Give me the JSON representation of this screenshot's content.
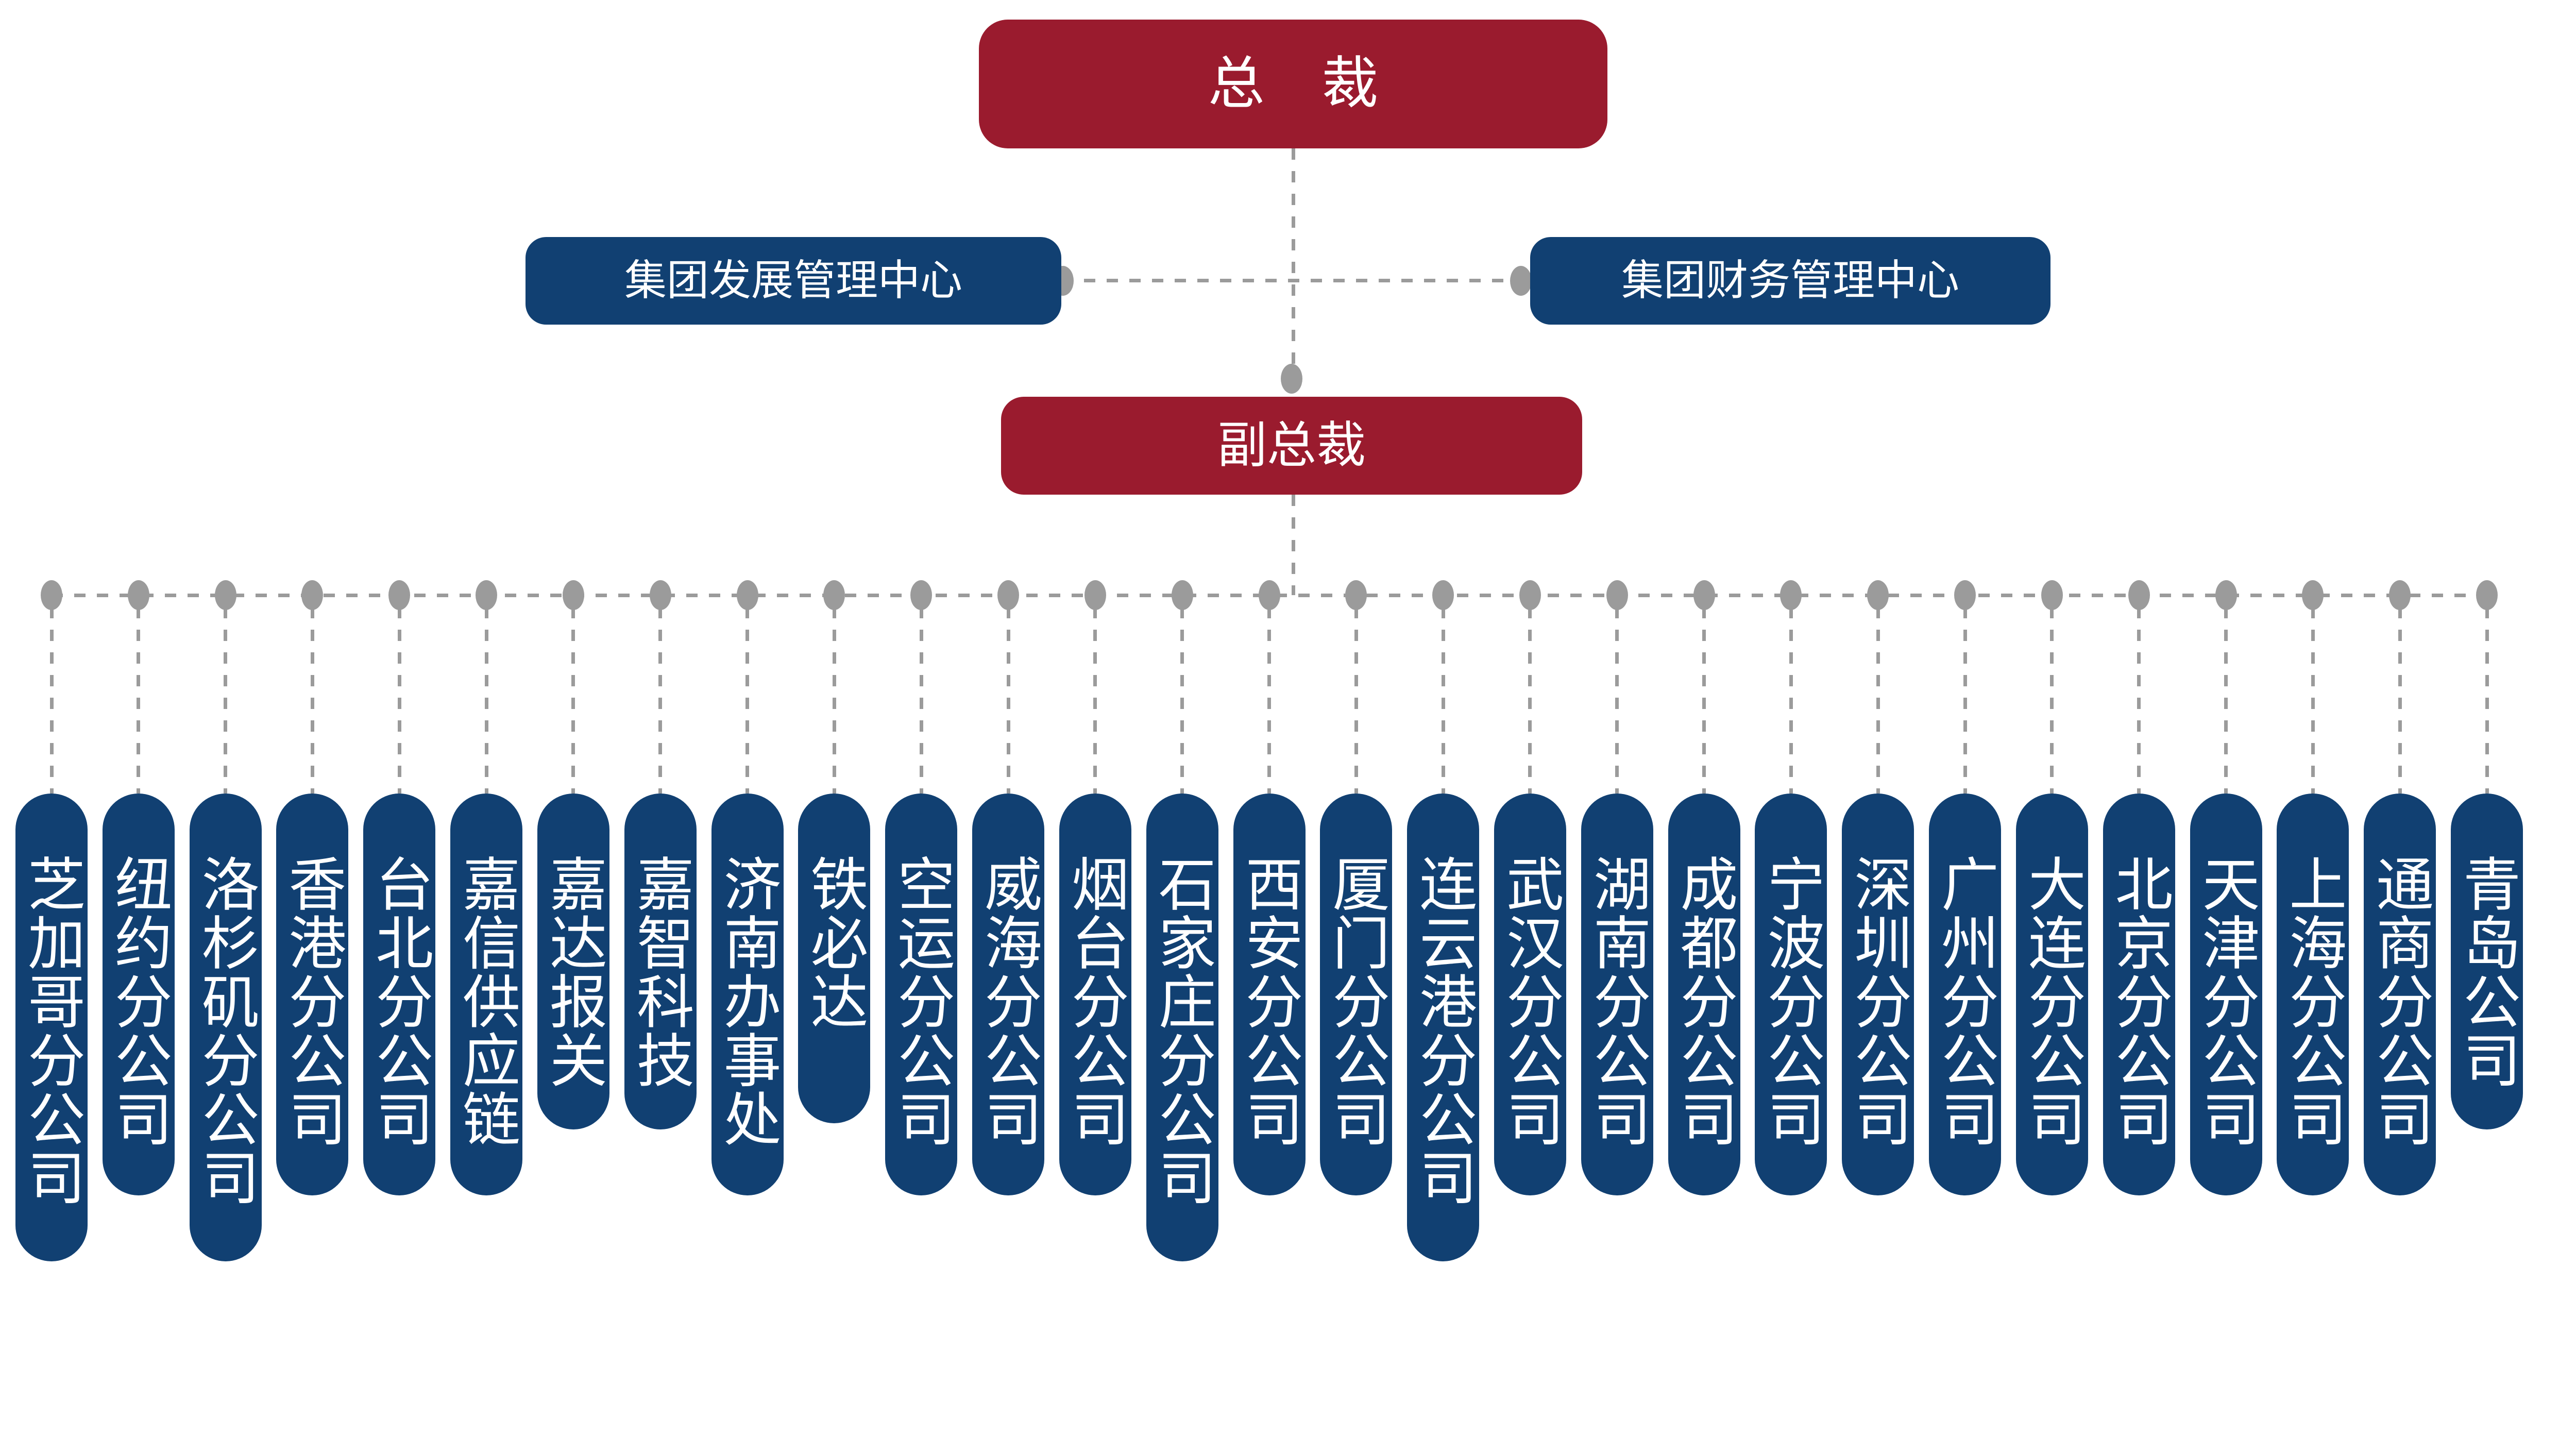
{
  "chart_title": "",
  "colors": {
    "executive_red": "#9A1B2E",
    "unit_blue": "#114072",
    "connector_gray": "#9B9B9B",
    "background": "#FFFFFF",
    "text": "#FFFFFF"
  },
  "hierarchy": {
    "level1": {
      "label": "总 裁"
    },
    "level2": {
      "label": "副总裁"
    },
    "staff_centers": [
      {
        "label": "集团发展管理中心"
      },
      {
        "label": "集团财务管理中心"
      }
    ]
  },
  "branches": [
    {
      "label": "芝加哥分公司"
    },
    {
      "label": "纽约分公司"
    },
    {
      "label": "洛杉矶分公司"
    },
    {
      "label": "香港分公司"
    },
    {
      "label": "台北分公司"
    },
    {
      "label": "嘉信供应链"
    },
    {
      "label": "嘉达报关"
    },
    {
      "label": "嘉智科技"
    },
    {
      "label": "济南办事处"
    },
    {
      "label": "铁必达"
    },
    {
      "label": "空运分公司"
    },
    {
      "label": "威海分公司"
    },
    {
      "label": "烟台分公司"
    },
    {
      "label": "石家庄分公司"
    },
    {
      "label": "西安分公司"
    },
    {
      "label": "厦门分公司"
    },
    {
      "label": "连云港分公司"
    },
    {
      "label": "武汉分公司"
    },
    {
      "label": "湖南分公司"
    },
    {
      "label": "成都分公司"
    },
    {
      "label": "宁波分公司"
    },
    {
      "label": "深圳分公司"
    },
    {
      "label": "广州分公司"
    },
    {
      "label": "大连分公司"
    },
    {
      "label": "北京分公司"
    },
    {
      "label": "天津分公司"
    },
    {
      "label": "上海分公司"
    },
    {
      "label": "通商分公司"
    },
    {
      "label": "青岛公司"
    }
  ]
}
